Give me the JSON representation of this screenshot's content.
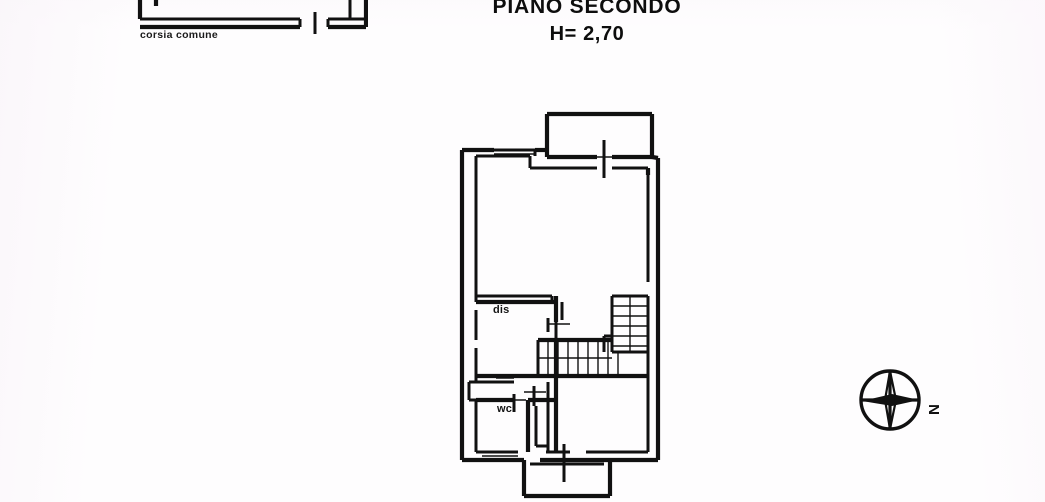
{
  "document": {
    "type": "architectural-floor-plan",
    "title": "PIANO SECONDO",
    "height_note": "H= 2,70"
  },
  "fragment": {
    "label": "corsia comune"
  },
  "plan": {
    "rooms": [
      {
        "id": "dis",
        "label": "dis"
      },
      {
        "id": "wc",
        "label": "wc"
      }
    ]
  },
  "compass": {
    "label": "N"
  },
  "colors": {
    "ink": "#111111",
    "paper": "#fefdfe"
  }
}
